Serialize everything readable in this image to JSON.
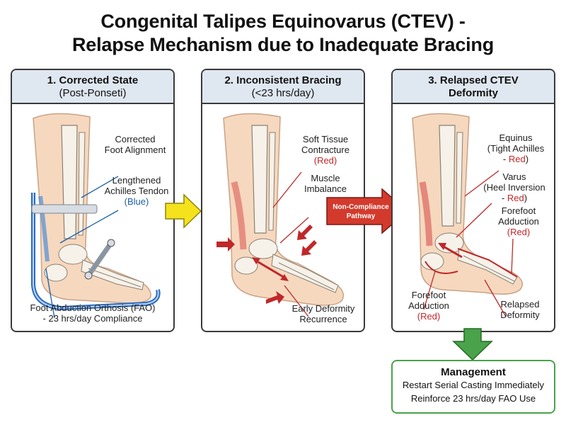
{
  "title": {
    "line1": "Congenital Talipes Equinovarus (CTEV) -",
    "line2": "Relapse Mechanism due to Inadequate Bracing"
  },
  "panels": [
    {
      "heading": "1. Corrected State",
      "subheading": "(Post-Ponseti)",
      "labels": {
        "alignment_1": "Corrected",
        "alignment_2": "Foot Alignment",
        "tendon_1": "Lengthened",
        "tendon_2": "Achilles Tendon",
        "tendon_color": "(Blue)",
        "fao_1": "Foot Abduction Orthosis (FAO)",
        "fao_2": "- 23 hrs/day Compliance"
      }
    },
    {
      "heading": "2. Inconsistent Bracing",
      "subheading": "(<23 hrs/day)",
      "labels": {
        "soft_1": "Soft Tissue",
        "soft_2": "Contracture",
        "soft_color": "(Red)",
        "muscle_1": "Muscle",
        "muscle_2": "Imbalance",
        "early_1": "Early Deformity",
        "early_2": "Recurrence"
      }
    },
    {
      "heading": "3. Relapsed CTEV",
      "subheading": "Deformity",
      "labels": {
        "equinus_1": "Equinus",
        "equinus_2": "(Tight Achilles",
        "equinus_3_pre": "- ",
        "equinus_3_red": "Red",
        "equinus_3_post": ")",
        "varus_1": "Varus",
        "varus_2": "(Heel Inversion",
        "varus_3_pre": "- ",
        "varus_3_red": "Red",
        "varus_3_post": ")",
        "forefoot_1": "Forefoot",
        "forefoot_2": "Adduction",
        "forefoot_color": "(Red)",
        "forefoot_b_1": "Forefoot",
        "forefoot_b_2": "Adduction",
        "forefoot_b_color": "(Red)",
        "relapsed_1": "Relapsed",
        "relapsed_2": "Deformity"
      }
    }
  ],
  "pathway_label": {
    "line1": "Non-Compliance",
    "line2": "Pathway"
  },
  "management": {
    "title": "Management",
    "line1": "Restart Serial Casting Immediately",
    "line2": "Reinforce 23 hrs/day FAO Use"
  },
  "colors": {
    "panel_header": "#dfe7f1",
    "skin": "#f6d8bf",
    "bone": "#f6f2ea",
    "brace_blue": "#2a6cc2",
    "deformity_red": "#c0282a",
    "yellow_arrow": "#f4e21c",
    "red_arrow": "#d33a2c",
    "green_arrow": "#4aa24a"
  }
}
